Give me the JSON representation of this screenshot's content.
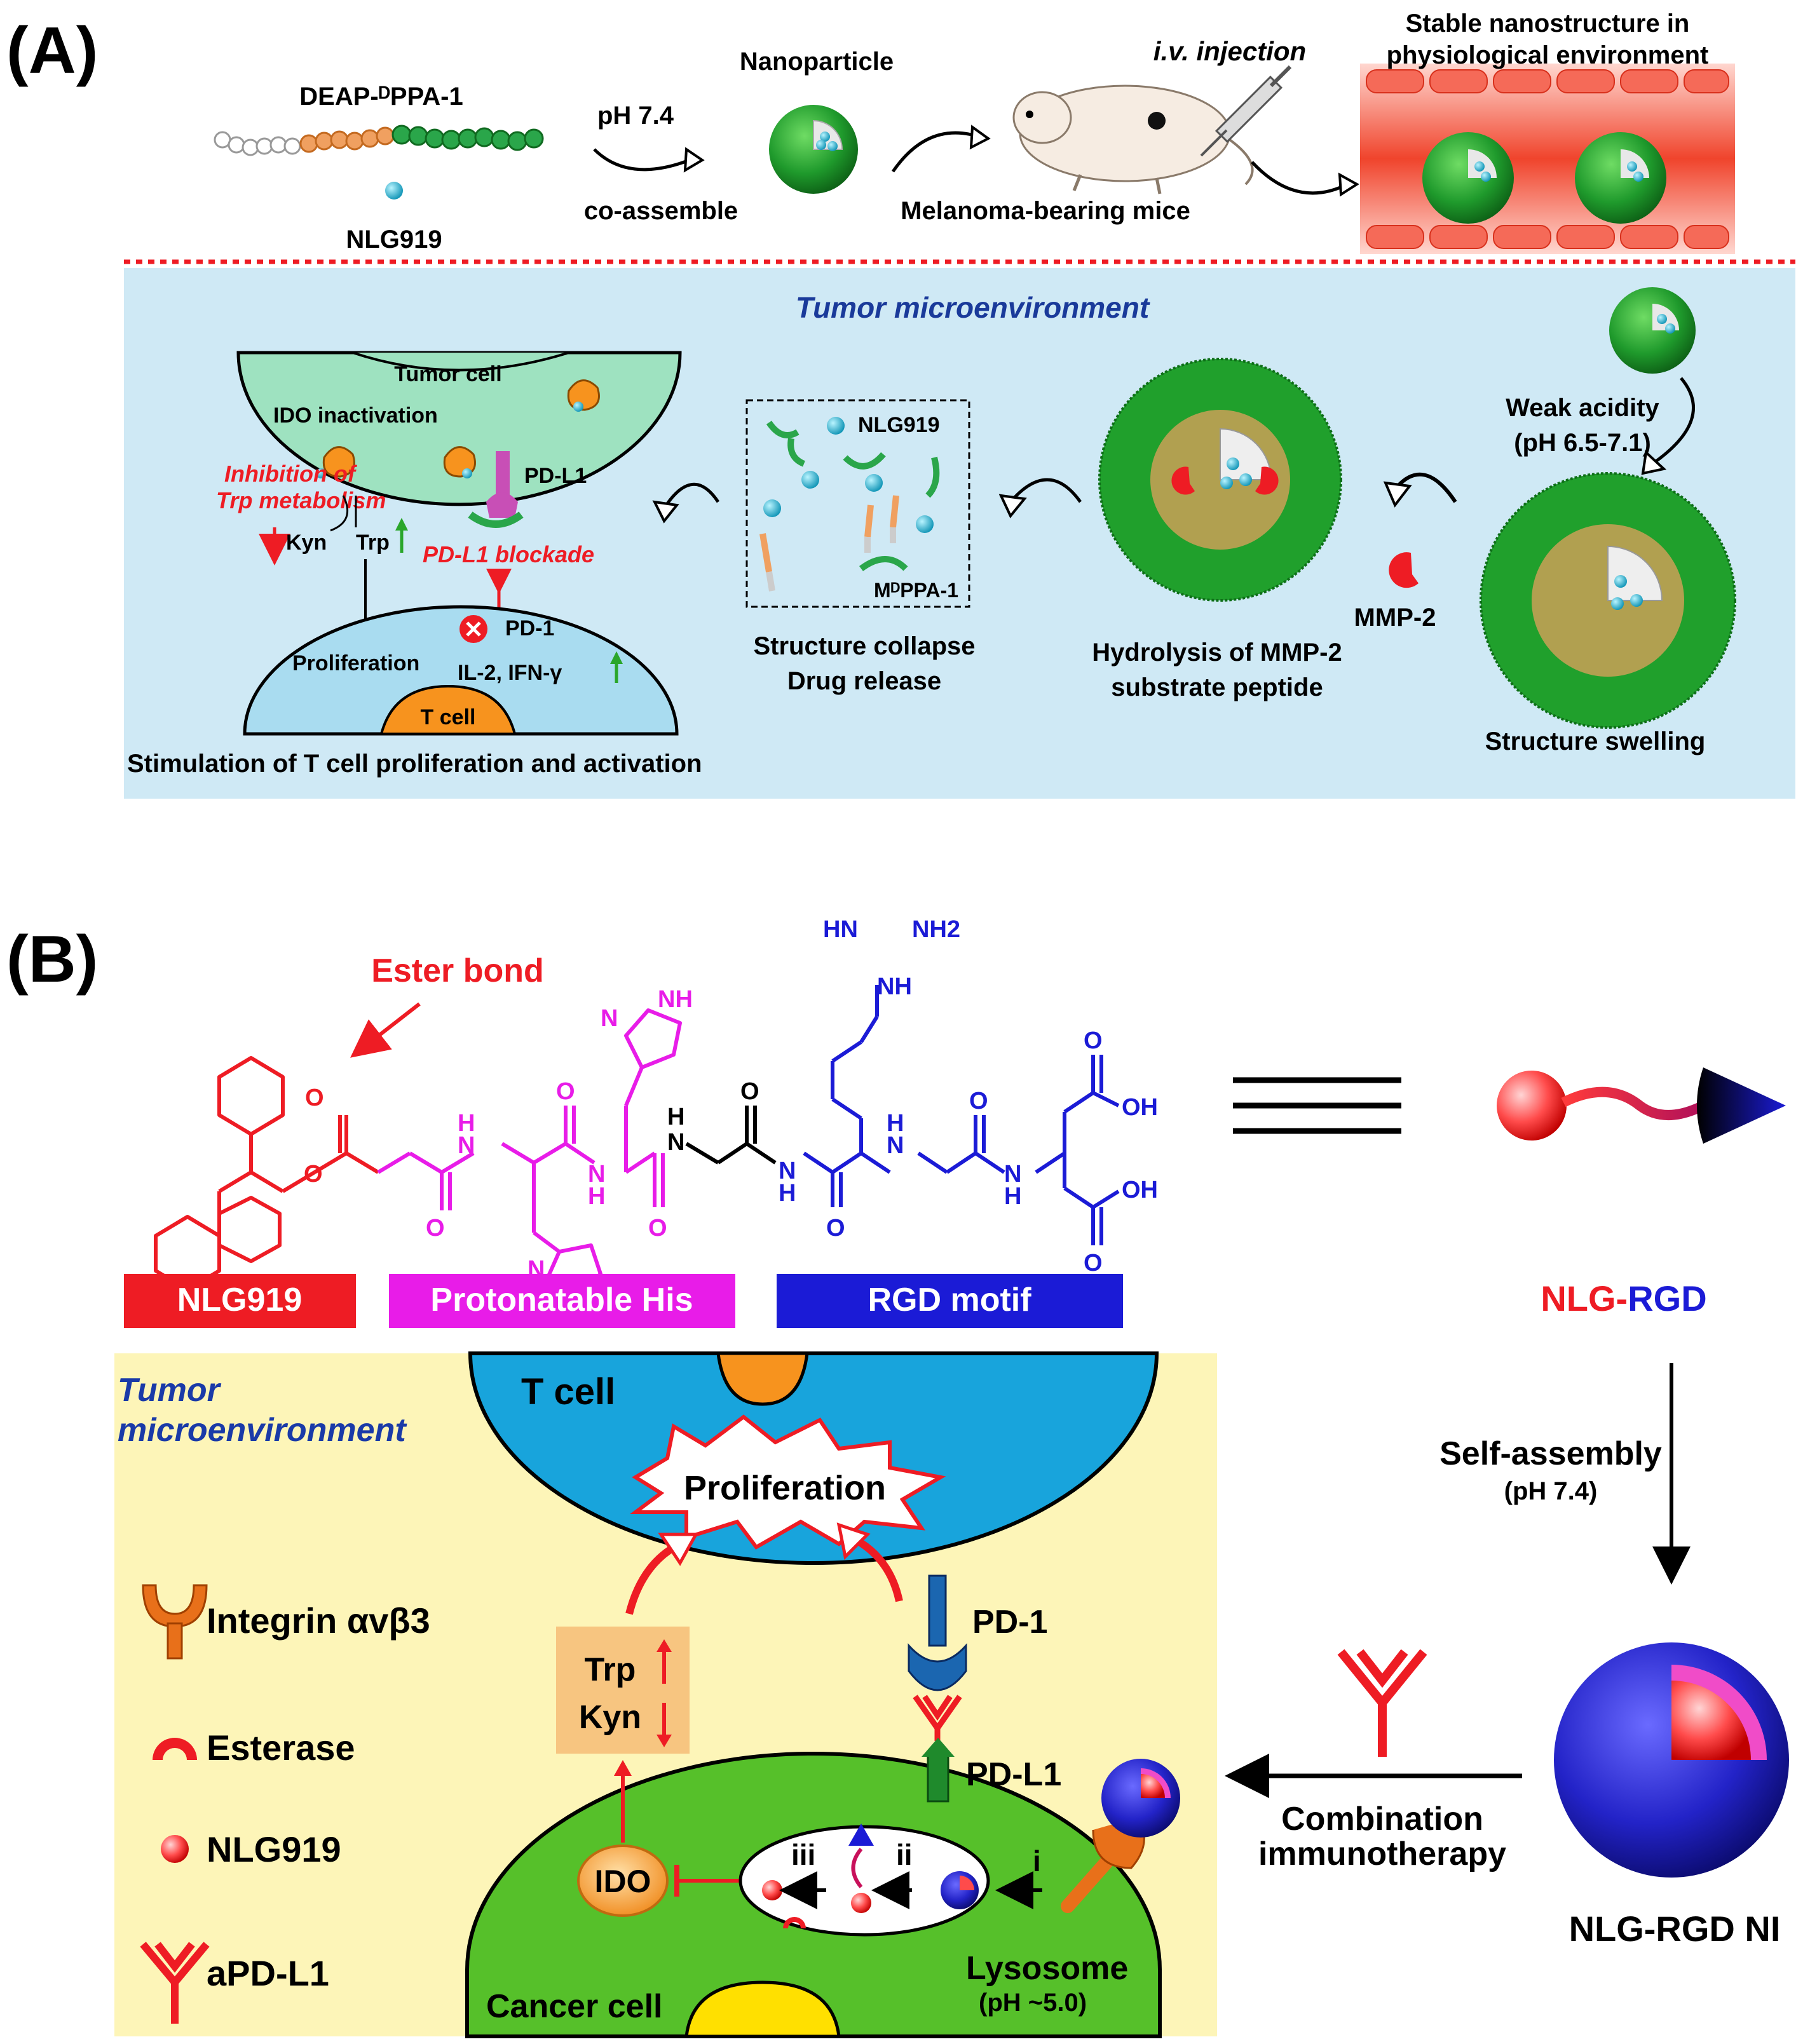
{
  "panelA": {
    "letter": "(A)",
    "top": {
      "polymer_label": "DEAP-ᴰPPA-1",
      "drug_label": "NLG919",
      "ph_label": "pH 7.4",
      "coassemble_label": "co-assemble",
      "nanoparticle_label": "Nanoparticle",
      "injection_label": "i.v. injection",
      "mice_label": "Melanoma-bearing mice",
      "stable_line1": "Stable nanostructure in",
      "stable_line2": "physiological environment"
    },
    "tme": {
      "title": "Tumor microenvironment",
      "tumor_cell": "Tumor cell",
      "ido_inactivation": "IDO inactivation",
      "inhibition_line1": "Inhibition of",
      "inhibition_line2": "Trp metabolism",
      "kyn": "Kyn",
      "trp": "Trp",
      "pdl1": "PD-L1",
      "pdl1_blockade": "PD-L1 blockade",
      "pd1": "PD-1",
      "proliferation": "Proliferation",
      "cytokines": "IL-2, IFN-γ",
      "t_cell": "T cell",
      "stimulation": "Stimulation of T cell proliferation and activation",
      "nlg919": "NLG919",
      "mppa": "MᴰPPA-1",
      "collapse_line1": "Structure collapse",
      "collapse_line2": "Drug release",
      "hydrolysis_line1": "Hydrolysis of MMP-2",
      "hydrolysis_line2": "substrate peptide",
      "mmp2": "MMP-2",
      "weak_acidity_line1": "Weak acidity",
      "weak_acidity_line2": "(pH 6.5-7.1)",
      "swelling": "Structure swelling"
    }
  },
  "panelB": {
    "letter": "(B)",
    "ester_bond": "Ester bond",
    "chem_labels": {
      "hn": "HN",
      "nh2": "NH2",
      "nh": "NH",
      "h": "H",
      "n": "N",
      "o": "O",
      "oh": "OH"
    },
    "legend_boxes": {
      "nlg919": "NLG919",
      "his": "Protonatable His",
      "rgd": "RGD motif"
    },
    "nlg_rgd_red": "NLG-",
    "nlg_rgd_blue": "RGD",
    "self_assembly": "Self-assembly",
    "self_assembly_ph": "(pH 7.4)",
    "combo_line1": "Combination",
    "combo_line2": "immunotherapy",
    "nlg_rgd_ni": "NLG-RGD NI",
    "tme_line1": "Tumor",
    "tme_line2": "microenvironment",
    "t_cell": "T cell",
    "proliferation": "Proliferation",
    "pd1": "PD-1",
    "pdl1": "PD-L1",
    "trp": "Trp",
    "kyn": "Kyn",
    "ido": "IDO",
    "step_i": "i",
    "step_ii": "ii",
    "step_iii": "iii",
    "lysosome": "Lysosome",
    "lysosome_ph": "(pH ~5.0)",
    "cancer_cell": "Cancer cell",
    "legend": {
      "integrin": "Integrin αvβ3",
      "esterase": "Esterase",
      "nlg919": "NLG919",
      "apdl1": "aPD-L1"
    }
  },
  "colors": {
    "red": "#ee1c24",
    "magenta": "#e81ce8",
    "blue": "#1b1bd6",
    "panel_blue_bg": "#cfe9f5",
    "panel_yellow_bg": "#fdf5b8",
    "tcell_blue": "#18a4dc",
    "cancer_green": "#56c02a",
    "nano_green": "#1f9a2c",
    "orange": "#f7931e"
  }
}
